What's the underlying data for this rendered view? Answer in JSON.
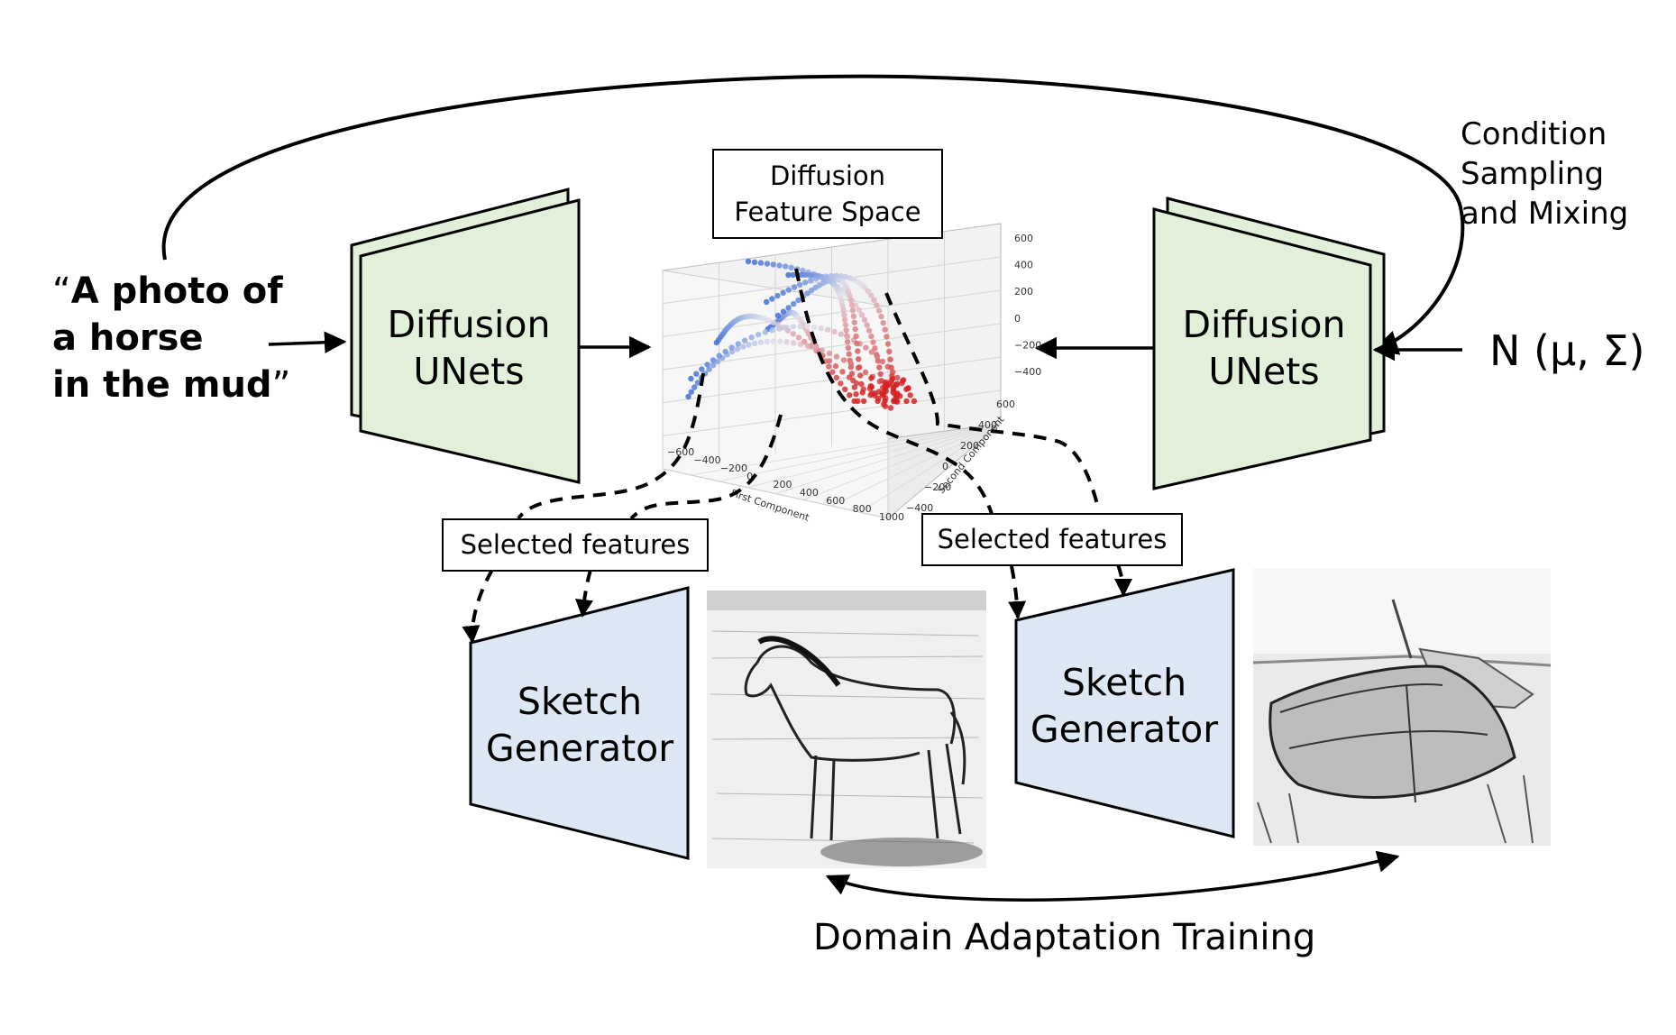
{
  "prompt": {
    "open_quote": "“",
    "line1": "A photo of",
    "line2": "a horse",
    "line3": "in the mud",
    "close_quote": "”"
  },
  "unet_left": {
    "line1": "Diffusion",
    "line2": "UNets"
  },
  "unet_right": {
    "line1": "Diffusion",
    "line2": "UNets"
  },
  "feature_space": {
    "line1": "Diffusion",
    "line2": "Feature Space"
  },
  "selected_left": "Selected features",
  "selected_right": "Selected features",
  "sketch_left": {
    "line1": "Sketch",
    "line2": "Generator"
  },
  "sketch_right": {
    "line1": "Sketch",
    "line2": "Generator"
  },
  "condition": {
    "line1": "Condition",
    "line2": "Sampling",
    "line3": "and Mixing"
  },
  "noise": "N (μ, Σ)",
  "domain_adaptation": "Domain Adaptation Training",
  "plot3d": {
    "z_ticks": [
      "600",
      "400",
      "200",
      "0",
      "−200",
      "−400"
    ],
    "x_ticks": [
      "−600",
      "−400",
      "−200",
      "0",
      "200",
      "400",
      "600",
      "800",
      "1000"
    ],
    "y_ticks": [
      "600",
      "400",
      "200",
      "0",
      "−200",
      "−400"
    ],
    "x_label": "First Component",
    "y_label": "Second Component"
  },
  "colors": {
    "unet_fill": "#e2f0d9",
    "generator_fill": "#dee8f4",
    "blue_points": "#3f6fd8",
    "red_points": "#d42020"
  }
}
